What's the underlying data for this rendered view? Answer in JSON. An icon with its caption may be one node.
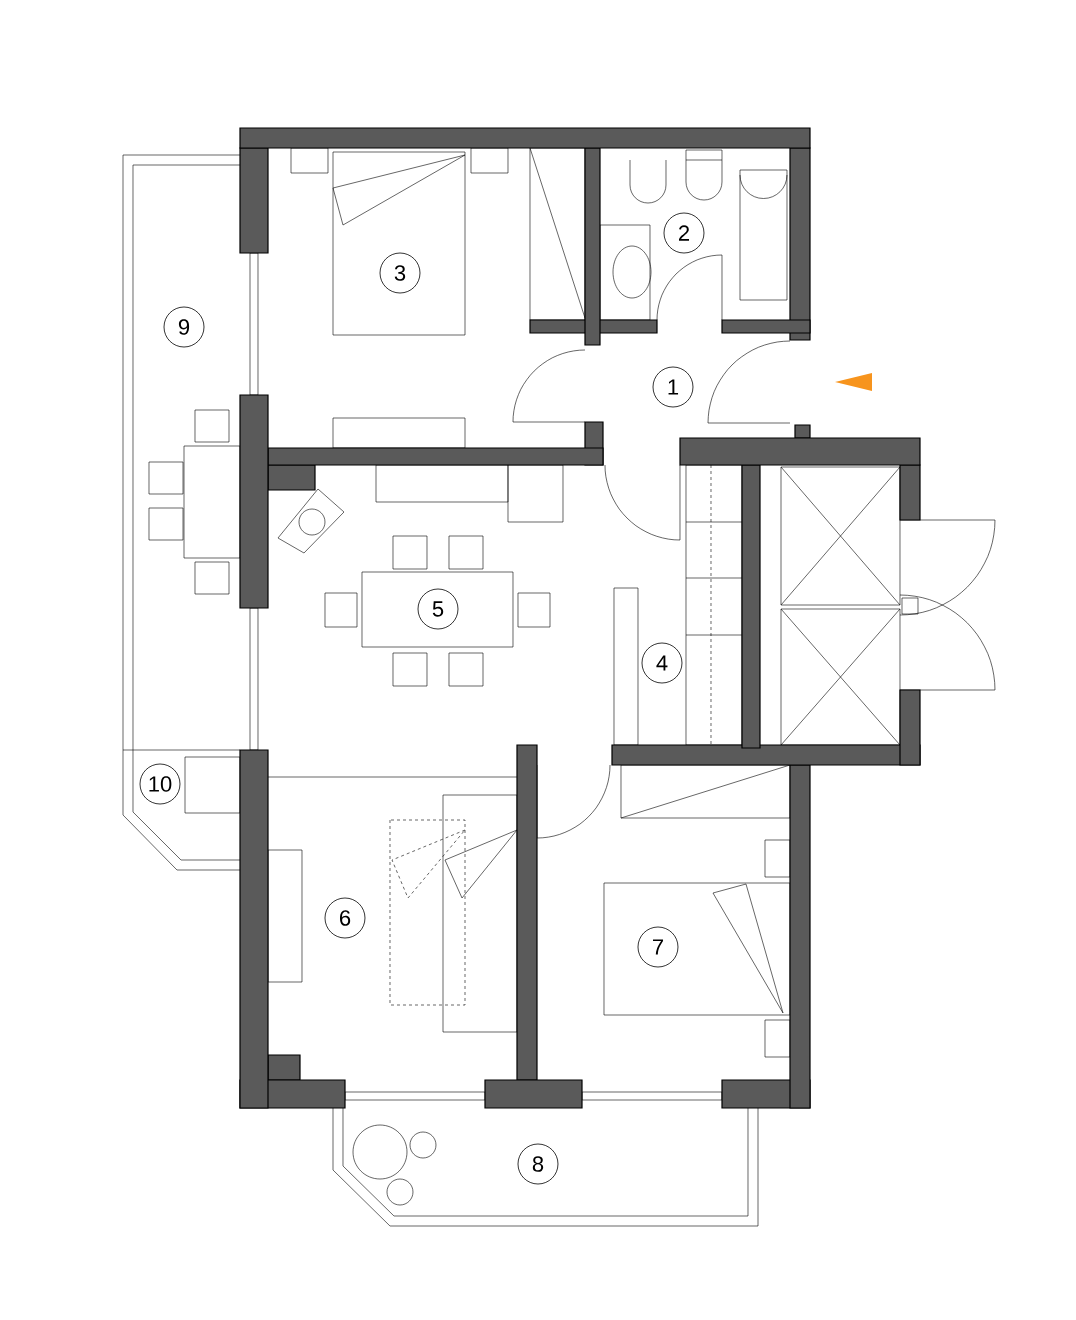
{
  "diagram": {
    "labels": [
      "2",
      "3",
      "9",
      "1",
      "5",
      "4",
      "10",
      "6",
      "7",
      "8"
    ]
  }
}
